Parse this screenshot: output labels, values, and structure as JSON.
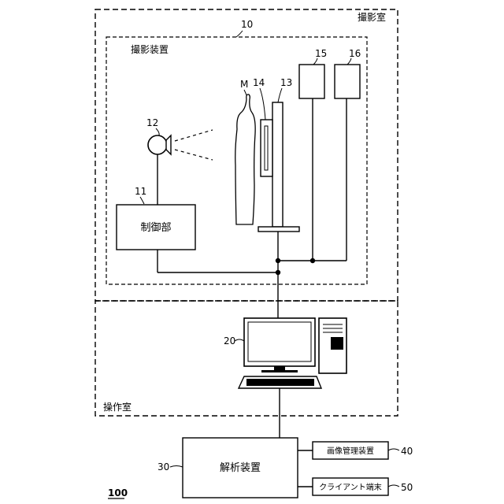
{
  "rooms": {
    "imaging_room": "撮影室",
    "operation_room": "操作室"
  },
  "apparatus": {
    "label": "撮影装置"
  },
  "components": {
    "controller": "制御部",
    "analyzer": "解析装置",
    "image_manager": "画像管理装置",
    "client_terminal": "クライアント端末"
  },
  "reference_numerals": {
    "imaging_room": "10",
    "controller": "11",
    "radiation_source": "12",
    "stand": "13",
    "detector": "14",
    "unit_15": "15",
    "unit_16": "16",
    "subject": "M",
    "console": "20",
    "analyzer": "30",
    "image_manager": "40",
    "client_terminal": "50",
    "system": "100"
  }
}
